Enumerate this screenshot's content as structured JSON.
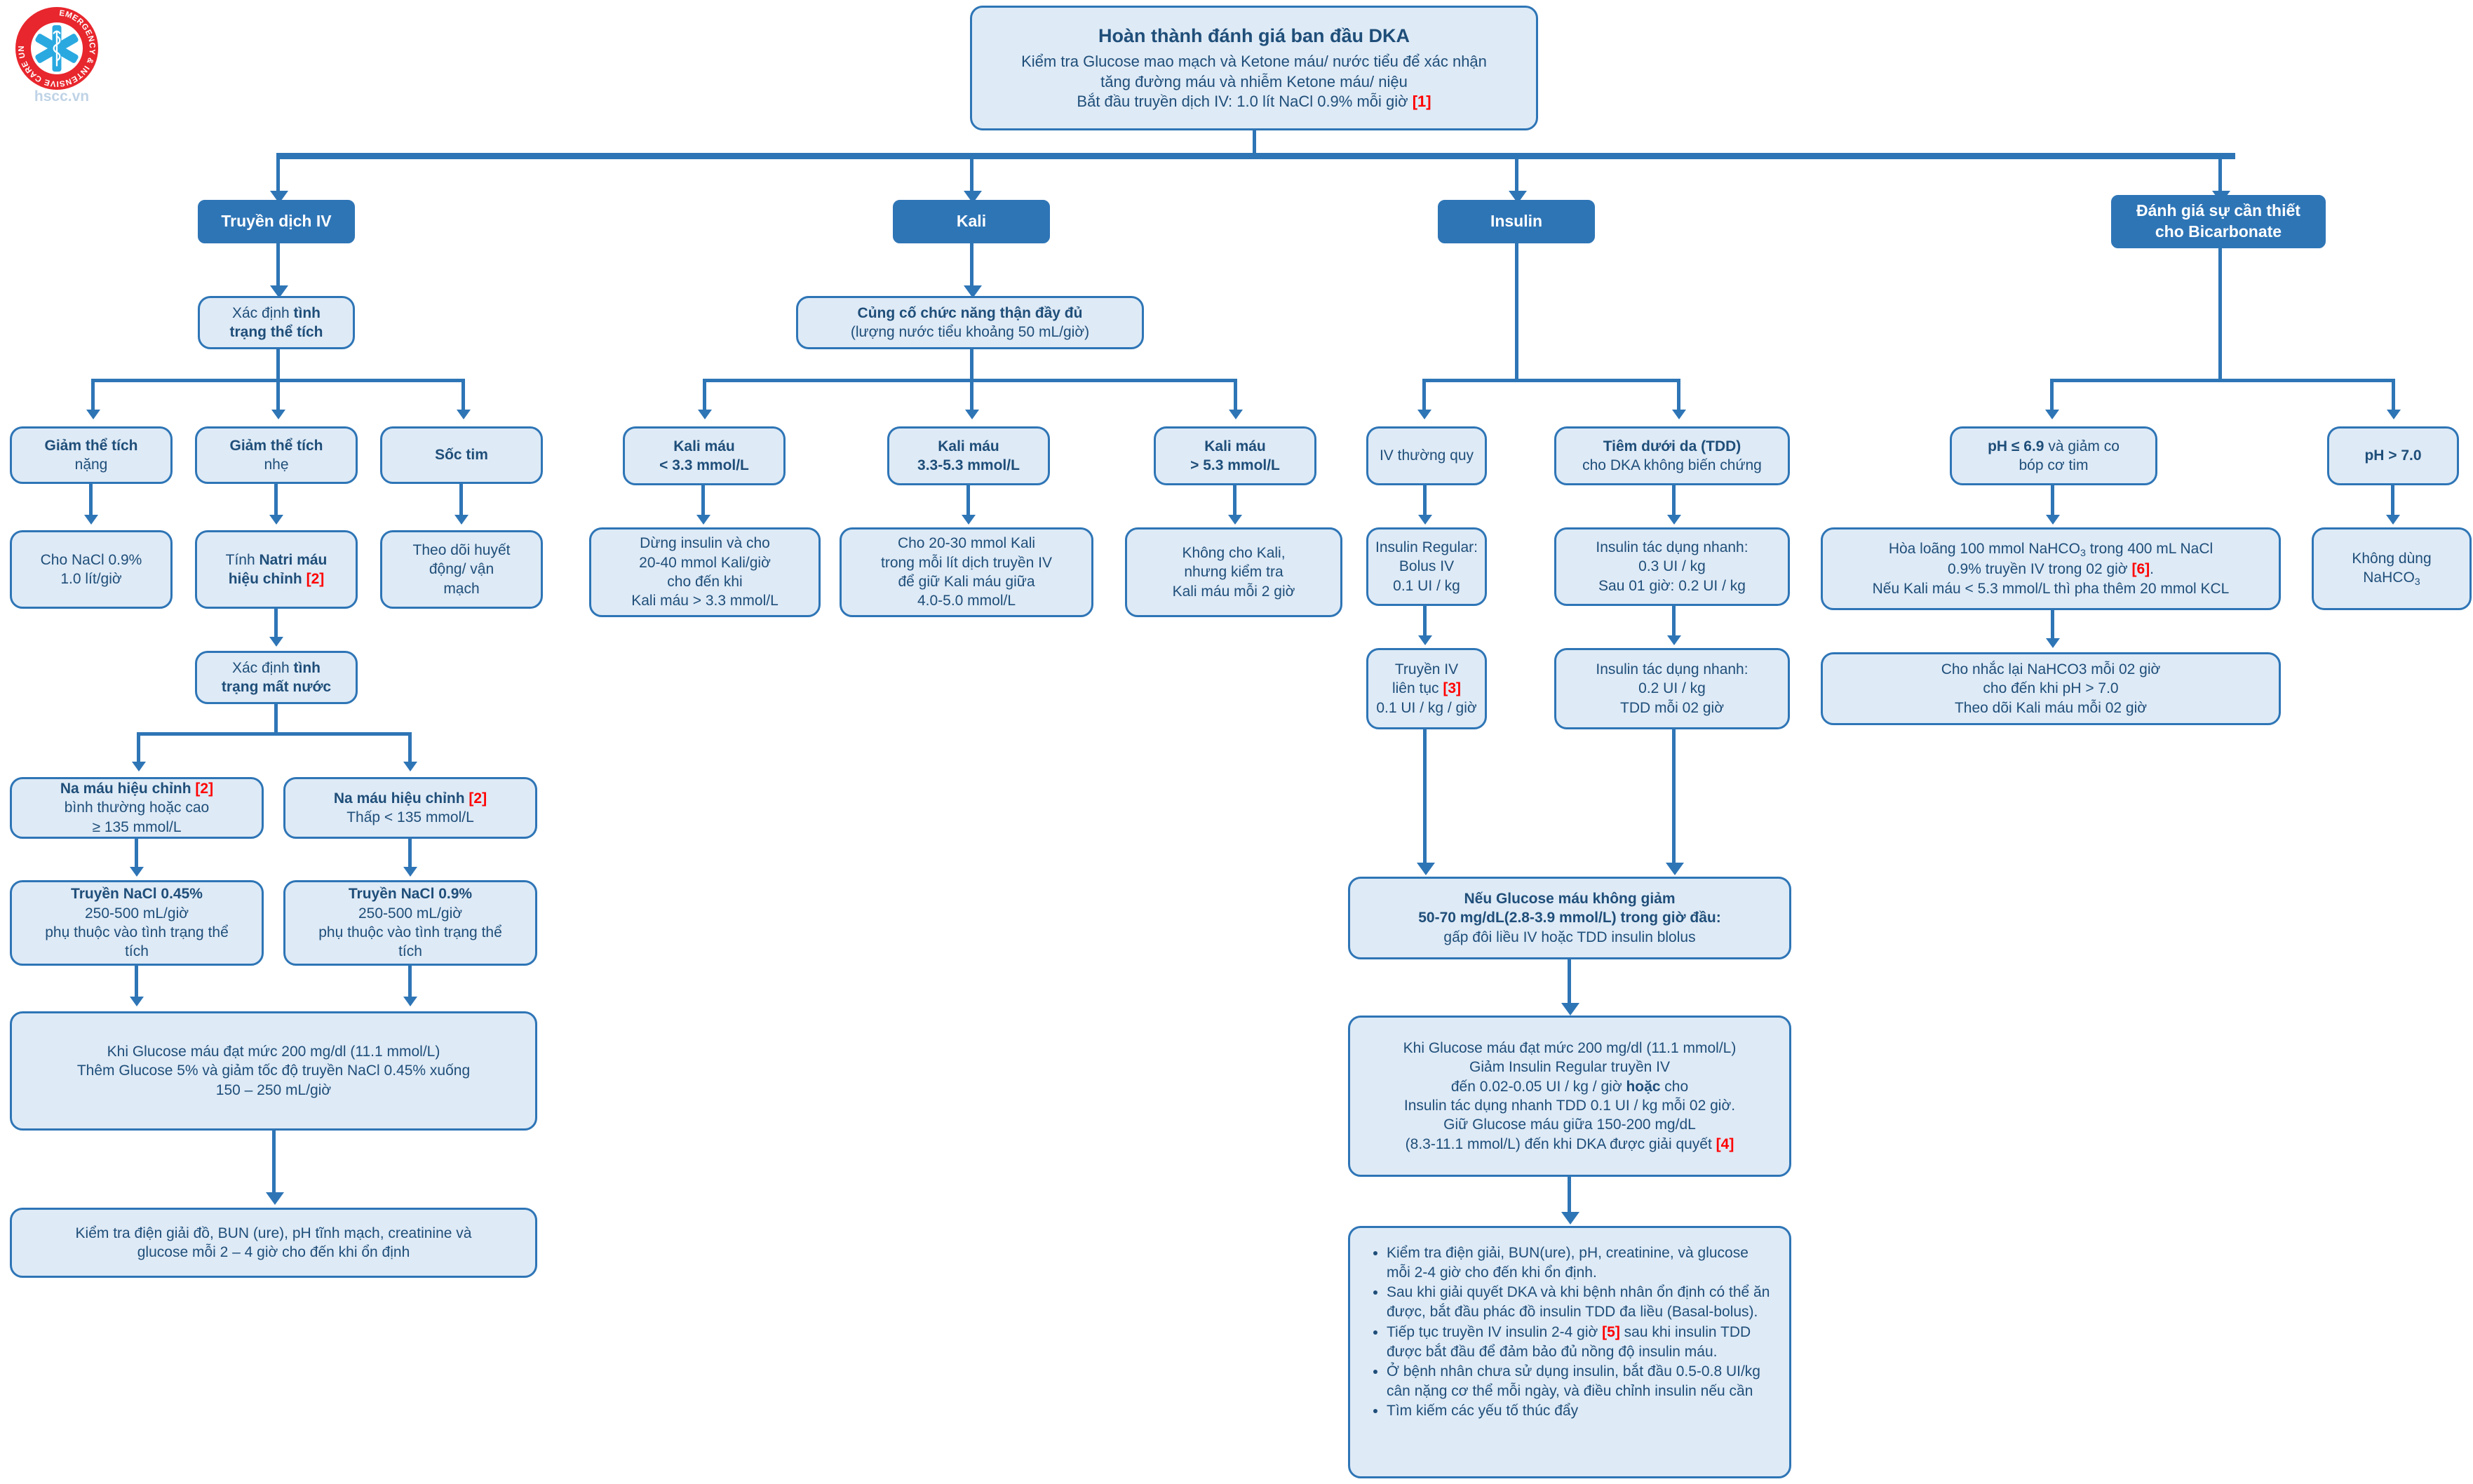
{
  "logo": {
    "ring_text": "EMERGENCY & INTENSIVE CARE UNIT",
    "domain": "hscc.vn"
  },
  "colors": {
    "header_fill": "#2E75B6",
    "box_fill": "#DEEAF6",
    "border": "#2E75B6",
    "text": "#1F4E79",
    "reference": "#FF0000",
    "connector": "#2E75B6"
  },
  "root": {
    "title": "Hoàn thành đánh giá ban đầu DKA",
    "line1": "Kiểm tra Glucose mao mạch và Ketone máu/ nước tiểu để xác nhận",
    "line2": "tăng đường máu và nhiễm Ketone máu/ niệu",
    "line3_pre": "Bắt đầu truyền dịch IV: 1.0 lít NaCl 0.9% mỗi giờ ",
    "line3_ref": "[1]"
  },
  "branches": {
    "fluids": "Truyền dịch IV",
    "potassium": "Kali",
    "insulin": "Insulin",
    "bicarbonate_l1": "Đánh giá sự cần thiết",
    "bicarbonate_l2": "cho Bicarbonate"
  },
  "fluids": {
    "assess_volume_l1_pre": "Xác định ",
    "assess_volume_l1_b": "tình",
    "assess_volume_l2": "trạng thể tích",
    "severe_b": "Giảm thể tích",
    "severe_n": "nặng",
    "mild_b": "Giảm thể tích",
    "mild_n": "nhẹ",
    "cardiogenic": "Sốc tim",
    "severe_action_l1": "Cho NaCl 0.9%",
    "severe_action_l2": "1.0 lít/giờ",
    "mild_action_l1_pre": "Tính ",
    "mild_action_l1_b": "Natri máu",
    "mild_action_l2_b": "hiệu chỉnh ",
    "mild_action_l2_ref": "[2]",
    "shock_action_l1": "Theo dõi huyết",
    "shock_action_l2": "động/ vận",
    "shock_action_l3": "mạch",
    "assess_hydration_l1_pre": "Xác định ",
    "assess_hydration_l1_b": "tình",
    "assess_hydration_l2": "trạng mất nước",
    "na_normal_t_b": "Na máu hiệu chỉnh ",
    "na_normal_t_ref": "[2]",
    "na_normal_l2": "bình thường hoặc cao",
    "na_normal_l3": "≥ 135 mmol/L",
    "na_low_t_b": "Na máu hiệu chỉnh ",
    "na_low_t_ref": "[2]",
    "na_low_l2": "Thấp < 135 mmol/L",
    "nacl045_t": "Truyền NaCl 0.45%",
    "nacl045_l2": "250-500 mL/giờ",
    "nacl045_l3": "phụ thuộc vào tình trạng thể",
    "nacl045_l4": "tích",
    "nacl09_t": "Truyền NaCl 0.9%",
    "nacl09_l2": "250-500 mL/giờ",
    "nacl09_l3": "phụ thuộc vào tình trạng thể",
    "nacl09_l4": "tích",
    "glucose200_l1": "Khi Glucose máu đạt mức 200 mg/dl (11.1 mmol/L)",
    "glucose200_l2": "Thêm Glucose 5% và giảm tốc độ truyền NaCl 0.45% xuống",
    "glucose200_l3": "150 – 250 mL/giờ",
    "monitor_l1": "Kiểm tra điện giải đồ, BUN (ure), pH tĩnh mạch, creatinine và",
    "monitor_l2": "glucose mỗi 2 – 4 giờ cho đến khi ổn định"
  },
  "potassium": {
    "renal_l1": "Củng cố chức năng thận đầy đủ",
    "renal_l2": "(lượng nước tiểu khoảng 50 mL/giờ)",
    "low_l1": "Kali máu",
    "low_l2": "< 3.3 mmol/L",
    "mid_l1": "Kali máu",
    "mid_l2": "3.3-5.3 mmol/L",
    "high_l1": "Kali máu",
    "high_l2": "> 5.3 mmol/L",
    "low_action_l1": "Dừng insulin và cho",
    "low_action_l2": "20-40 mmol Kali/giờ",
    "low_action_l3": "cho đến khi",
    "low_action_l4": "Kali máu > 3.3 mmol/L",
    "mid_action_l1": "Cho 20-30 mmol Kali",
    "mid_action_l2": "trong mỗi lít dịch truyền IV",
    "mid_action_l3": "để giữ Kali máu giữa",
    "mid_action_l4": "4.0-5.0 mmol/L",
    "high_action_l1": "Không cho Kali,",
    "high_action_l2": "nhưng kiểm tra",
    "high_action_l3": "Kali máu mỗi 2 giờ"
  },
  "insulin": {
    "iv_route": "IV thường quy",
    "sc_route_l1": "Tiêm dưới da (TDD)",
    "sc_route_l2": "cho DKA không biến chứng",
    "iv_bolus_l1": "Insulin Regular:",
    "iv_bolus_l2": "Bolus IV",
    "iv_bolus_l3": "0.1 UI / kg",
    "sc_dose_l1": "Insulin tác dụng nhanh:",
    "sc_dose_l2": "0.3 UI / kg",
    "sc_dose_l3": "Sau 01 giờ: 0.2 UI / kg",
    "iv_infusion_l1": "Truyền IV",
    "iv_infusion_l2_pre": "liên tục ",
    "iv_infusion_l2_ref": "[3]",
    "iv_infusion_l3": "0.1 UI / kg / giờ",
    "sc_maint_l1": "Insulin tác dụng nhanh:",
    "sc_maint_l2": "0.2 UI / kg",
    "sc_maint_l3": "TDD mỗi 02 giờ",
    "no_drop_l1": "Nếu Glucose máu không giảm",
    "no_drop_l2": "50-70 mg/dL(2.8-3.9 mmol/L) trong giờ đầu:",
    "no_drop_l3": "gấp đôi liều IV hoặc TDD insulin blolus",
    "target_l1": "Khi Glucose máu đạt mức 200 mg/dl (11.1 mmol/L)",
    "target_l2": "Giảm Insulin Regular truyền IV",
    "target_l3_a": "đến 0.02-0.05 UI / kg / giờ ",
    "target_l3_b": "hoặc",
    "target_l3_c": " cho",
    "target_l4": "Insulin tác dụng nhanh TDD 0.1 UI / kg mỗi 02 giờ.",
    "target_l5": "Giữ Glucose máu giữa 150-200 mg/dL",
    "target_l6_pre": "(8.3-11.1 mmol/L) đến khi DKA được giải quyết ",
    "target_l6_ref": "[4]",
    "bullets": [
      "Kiểm tra điện giải, BUN(ure), pH, creatinine, và glucose mỗi 2-4 giờ cho đến khi ổn định.",
      "Sau khi giải quyết DKA và khi bệnh nhân ổn định có thể ăn được, bắt đầu phác đồ insulin TDD đa liều (Basal-bolus).",
      "Tiếp tục truyền IV insulin 2-4 giờ [5] sau khi insulin TDD được bắt đầu để đảm bảo đủ nồng độ insulin máu.",
      "Ở bệnh nhân chưa sử dụng insulin, bắt đầu 0.5-0.8 UI/kg cân nặng cơ thể mỗi ngày, và điều chỉnh insulin nếu cần",
      "Tìm kiếm các yếu tố thúc đẩy"
    ],
    "bullet3_pre": "Tiếp tục truyền IV insulin 2-4 giờ ",
    "bullet3_ref": "[5]",
    "bullet3_post": " sau khi insulin TDD được bắt đầu để đảm bảo đủ nồng độ insulin máu."
  },
  "bicarbonate": {
    "ph_low_l1_b": "pH ≤ 6.9",
    "ph_low_l1_n": " và giảm co",
    "ph_low_l2": "bóp cơ tim",
    "ph_high": "pH > 7.0",
    "give_l1_a": "Hòa loãng 100 mmol NaHCO",
    "give_l1_sub": "3",
    "give_l1_b": " trong 400 mL NaCl",
    "give_l2_pre": "0.9% truyền IV trong 02 giờ ",
    "give_l2_ref": "[6]",
    "give_l2_post": ".",
    "give_l3": "Nếu Kali máu < 5.3 mmol/L thì pha thêm 20 mmol KCL",
    "repeat_l1": "Cho nhắc lại NaHCO3 mỗi 02 giờ",
    "repeat_l2": "cho đến khi pH > 7.0",
    "repeat_l3": "Theo dõi Kali máu mỗi 02 giờ",
    "no_bicarb_l1": "Không dùng",
    "no_bicarb_l2_a": "NaHCO",
    "no_bicarb_l2_sub": "3"
  }
}
